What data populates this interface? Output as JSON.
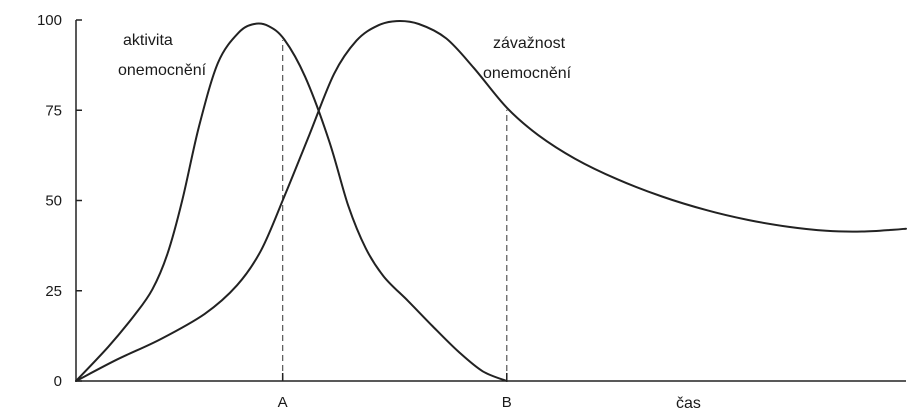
{
  "chart_data": {
    "type": "line",
    "title": "",
    "xlabel": "čas",
    "ylabel": "",
    "ylim": [
      0,
      100
    ],
    "xlim": [
      0,
      100
    ],
    "y_ticks": [
      0,
      25,
      50,
      75,
      100
    ],
    "x_markers": [
      {
        "label": "A",
        "x": 24.9
      },
      {
        "label": "B",
        "x": 51.9
      }
    ],
    "grid": false,
    "legend": "none",
    "colors": {
      "line": "#222222",
      "axis": "#222222",
      "guide": "#555555"
    },
    "series": [
      {
        "label_lines": [
          "aktivita",
          "onemocnění"
        ],
        "points": [
          [
            0,
            0
          ],
          [
            3.9,
            9.5
          ],
          [
            7.1,
            18.4
          ],
          [
            9.2,
            25.4
          ],
          [
            11.0,
            35.1
          ],
          [
            12.8,
            50.0
          ],
          [
            14.8,
            70.3
          ],
          [
            17.1,
            88.1
          ],
          [
            19.6,
            96.5
          ],
          [
            21.5,
            98.9
          ],
          [
            23.2,
            98.3
          ],
          [
            25.1,
            94.6
          ],
          [
            27.6,
            84.3
          ],
          [
            30.5,
            66.5
          ],
          [
            32.8,
            48.6
          ],
          [
            34.9,
            36.8
          ],
          [
            37.1,
            28.9
          ],
          [
            40.0,
            22.2
          ],
          [
            43.0,
            15.1
          ],
          [
            46.1,
            8.1
          ],
          [
            49.0,
            2.7
          ],
          [
            51.9,
            0
          ]
        ]
      },
      {
        "label_lines": [
          "závažnost",
          "onemocnění"
        ],
        "points": [
          [
            0,
            0
          ],
          [
            4.9,
            5.9
          ],
          [
            10.2,
            11.6
          ],
          [
            15.5,
            18.6
          ],
          [
            19.4,
            26.5
          ],
          [
            22.3,
            36.2
          ],
          [
            25.1,
            51.1
          ],
          [
            28.1,
            68.1
          ],
          [
            31.1,
            85.1
          ],
          [
            33.8,
            94.3
          ],
          [
            36.3,
            98.4
          ],
          [
            38.6,
            99.7
          ],
          [
            41.3,
            98.9
          ],
          [
            44.6,
            94.9
          ],
          [
            47.9,
            86.8
          ],
          [
            51.9,
            75.7
          ],
          [
            55.7,
            68.1
          ],
          [
            60.1,
            61.6
          ],
          [
            65.2,
            55.9
          ],
          [
            70.6,
            51.1
          ],
          [
            76.0,
            47.3
          ],
          [
            81.0,
            44.6
          ],
          [
            85.9,
            42.7
          ],
          [
            90.4,
            41.6
          ],
          [
            94.7,
            41.4
          ],
          [
            98.5,
            41.9
          ],
          [
            100,
            42.2
          ]
        ]
      }
    ]
  }
}
